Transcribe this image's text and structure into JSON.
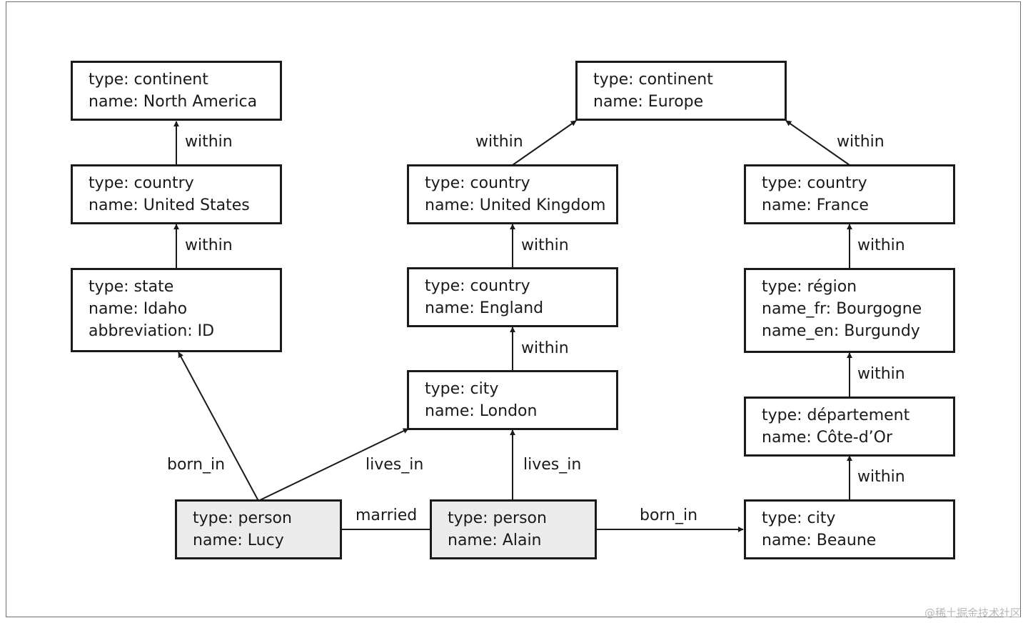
{
  "nodes": {
    "north_america": [
      "type: continent",
      "name: North America"
    ],
    "united_states": [
      "type: country",
      "name: United States"
    ],
    "idaho": [
      "type: state",
      "name: Idaho",
      "abbreviation: ID"
    ],
    "europe": [
      "type: continent",
      "name: Europe"
    ],
    "united_kingdom": [
      "type: country",
      "name: United Kingdom"
    ],
    "england": [
      "type: country",
      "name: England"
    ],
    "london": [
      "type: city",
      "name: London"
    ],
    "france": [
      "type: country",
      "name: France"
    ],
    "bourgogne": [
      "type: région",
      "name_fr: Bourgogne",
      "name_en: Burgundy"
    ],
    "cote_dor": [
      "type: département",
      "name: Côte-d’Or"
    ],
    "beaune": [
      "type: city",
      "name: Beaune"
    ],
    "lucy": [
      "type: person",
      "name: Lucy"
    ],
    "alain": [
      "type: person",
      "name: Alain"
    ]
  },
  "edges": {
    "us_within_na": "within",
    "idaho_within_us": "within",
    "uk_within_europe": "within",
    "france_within_europe": "within",
    "england_within_uk": "within",
    "london_within_england": "within",
    "bourgogne_within_france": "within",
    "cotedor_within_bourgogne": "within",
    "beaune_within_cotedor": "within",
    "lucy_born_in_idaho": "born_in",
    "lucy_lives_in_london": "lives_in",
    "alain_lives_in_london": "lives_in",
    "lucy_married_alain": "married",
    "alain_born_in_beaune": "born_in"
  },
  "watermark": "@稀土掘金技术社区"
}
